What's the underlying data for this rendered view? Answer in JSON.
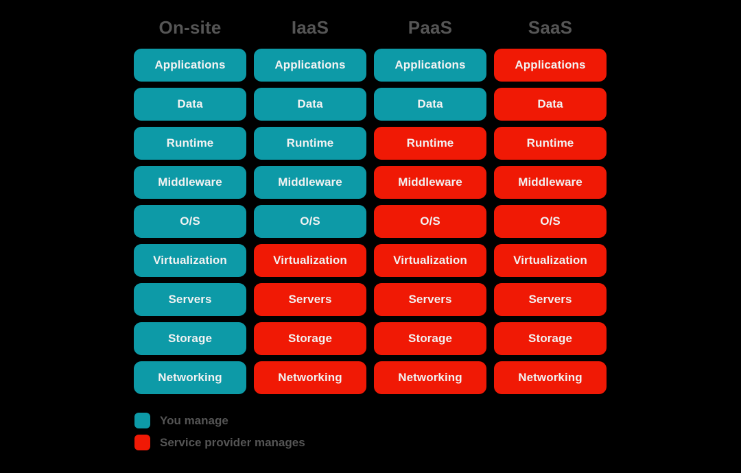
{
  "diagram": {
    "columns": [
      {
        "id": "on-site",
        "label": "On-site"
      },
      {
        "id": "iaas",
        "label": "IaaS"
      },
      {
        "id": "paas",
        "label": "PaaS"
      },
      {
        "id": "saas",
        "label": "SaaS"
      }
    ],
    "layers": [
      {
        "label": "Applications",
        "ownership": [
          "you",
          "you",
          "you",
          "provider"
        ]
      },
      {
        "label": "Data",
        "ownership": [
          "you",
          "you",
          "you",
          "provider"
        ]
      },
      {
        "label": "Runtime",
        "ownership": [
          "you",
          "you",
          "provider",
          "provider"
        ]
      },
      {
        "label": "Middleware",
        "ownership": [
          "you",
          "you",
          "provider",
          "provider"
        ]
      },
      {
        "label": "O/S",
        "ownership": [
          "you",
          "you",
          "provider",
          "provider"
        ]
      },
      {
        "label": "Virtualization",
        "ownership": [
          "you",
          "provider",
          "provider",
          "provider"
        ]
      },
      {
        "label": "Servers",
        "ownership": [
          "you",
          "provider",
          "provider",
          "provider"
        ]
      },
      {
        "label": "Storage",
        "ownership": [
          "you",
          "provider",
          "provider",
          "provider"
        ]
      },
      {
        "label": "Networking",
        "ownership": [
          "you",
          "provider",
          "provider",
          "provider"
        ]
      }
    ]
  },
  "legend": {
    "items": [
      {
        "key": "you",
        "label": "You manage",
        "color": "#0d9aa7"
      },
      {
        "key": "provider",
        "label": "Service provider manages",
        "color": "#f01905"
      }
    ]
  },
  "colors": {
    "background": "#000000",
    "you_manage": "#0d9aa7",
    "provider_manages": "#f01905",
    "cell_text": "#f2f2f2",
    "header_text": "#555555",
    "legend_text": "#555555"
  }
}
